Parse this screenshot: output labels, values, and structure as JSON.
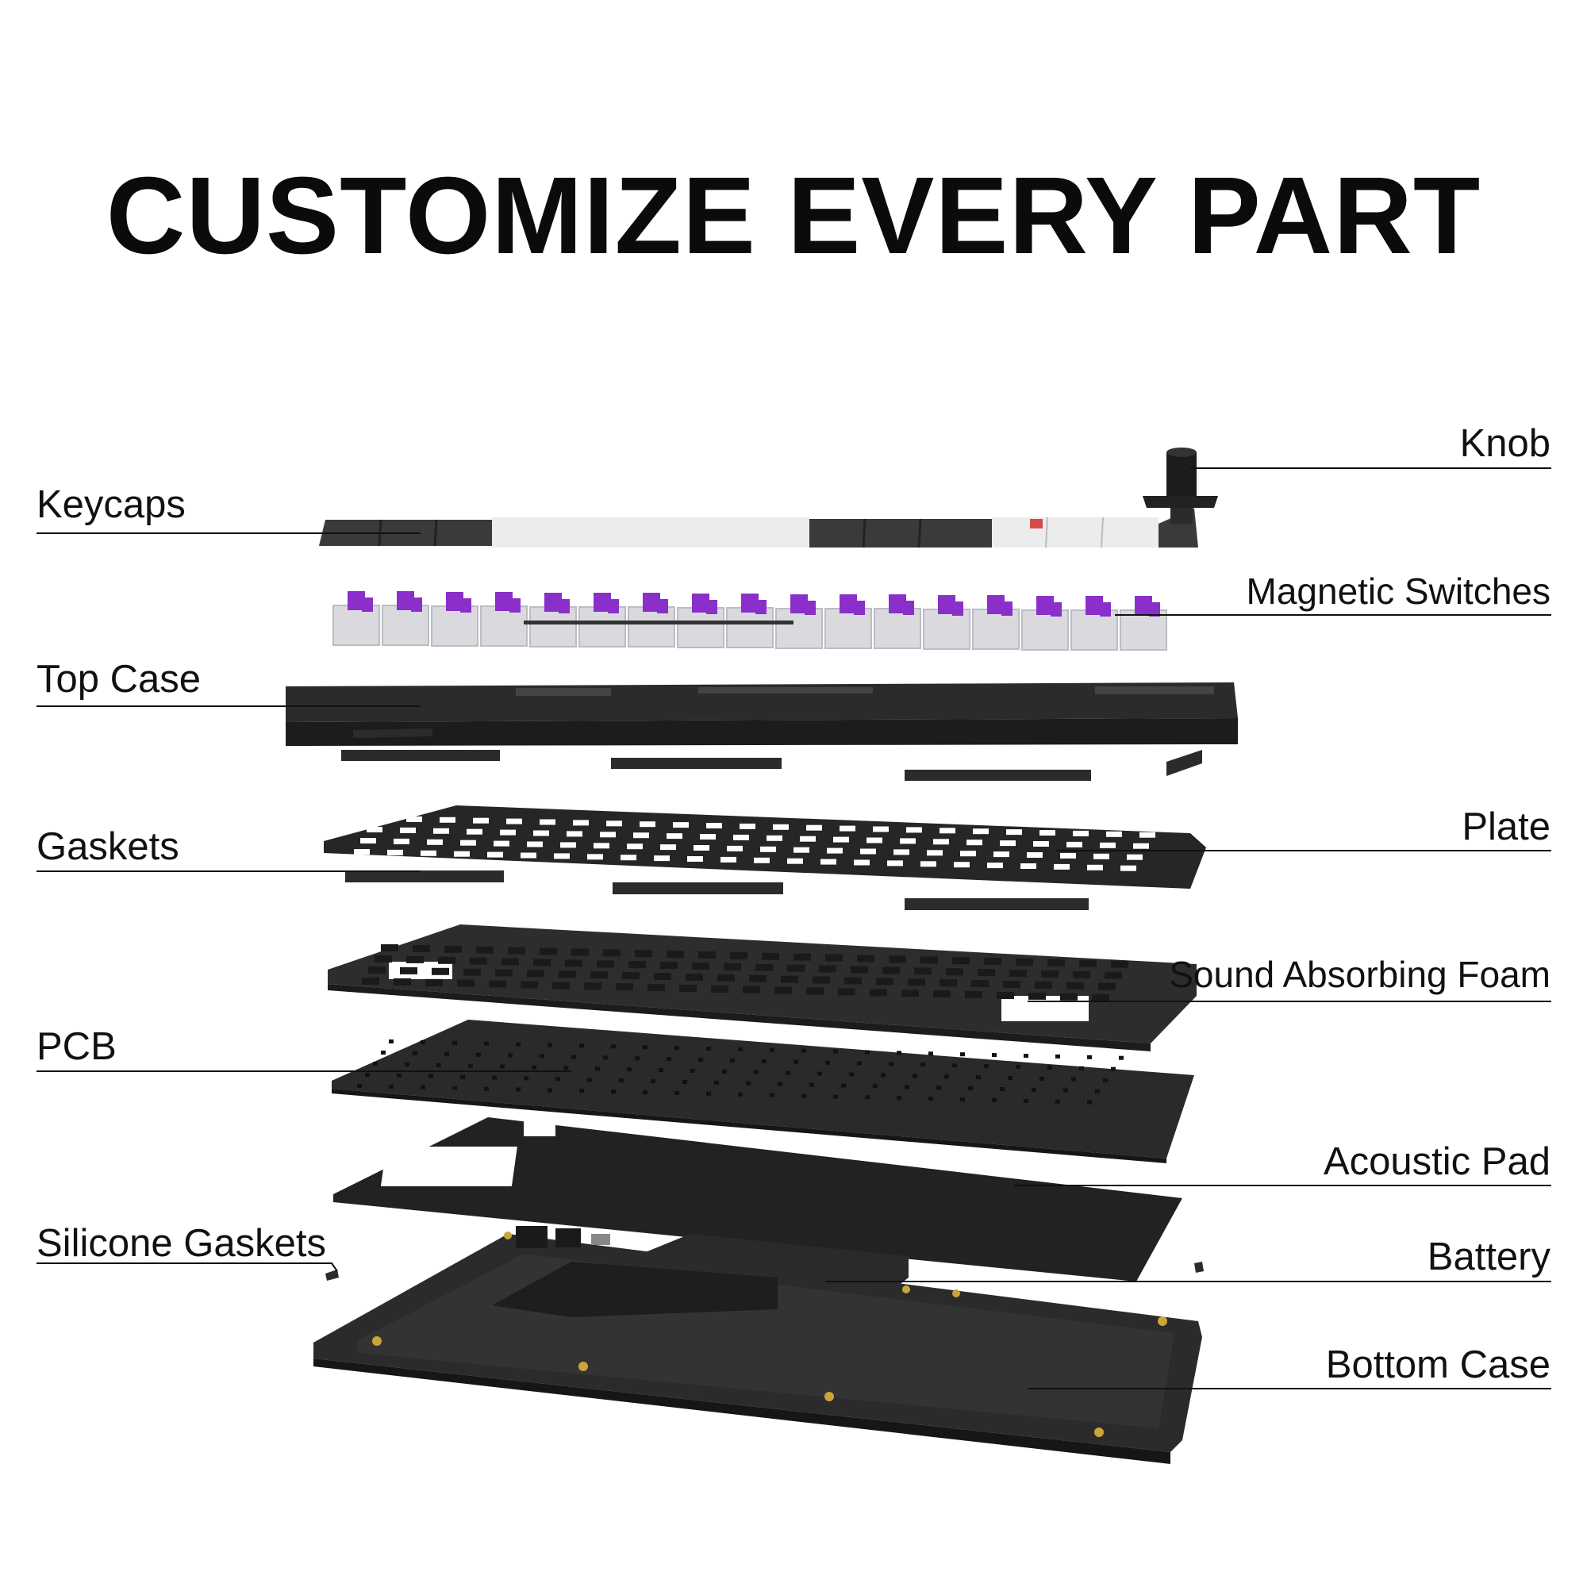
{
  "title": "CUSTOMIZE EVERY PART",
  "labels": {
    "keycaps": "Keycaps",
    "knob": "Knob",
    "magnetic_switches": "Magnetic Switches",
    "top_case": "Top Case",
    "gaskets": "Gaskets",
    "plate": "Plate",
    "sound_absorbing_foam": "Sound Absorbing Foam",
    "pcb": "PCB",
    "acoustic_pad": "Acoustic Pad",
    "silicone_gaskets": "Silicone Gaskets",
    "battery": "Battery",
    "bottom_case": "Bottom Case"
  },
  "colors": {
    "part_dark": "#2b2b2b",
    "part_darker": "#1c1c1c",
    "keycap_light": "#f1f1f1",
    "keycap_dark": "#3a3a3a",
    "switch_purple": "#8a2fc9",
    "switch_clear": "#d9d9de",
    "accent_red": "#d84a4a",
    "gold": "#c9a53a",
    "leader_line": "#111111"
  }
}
